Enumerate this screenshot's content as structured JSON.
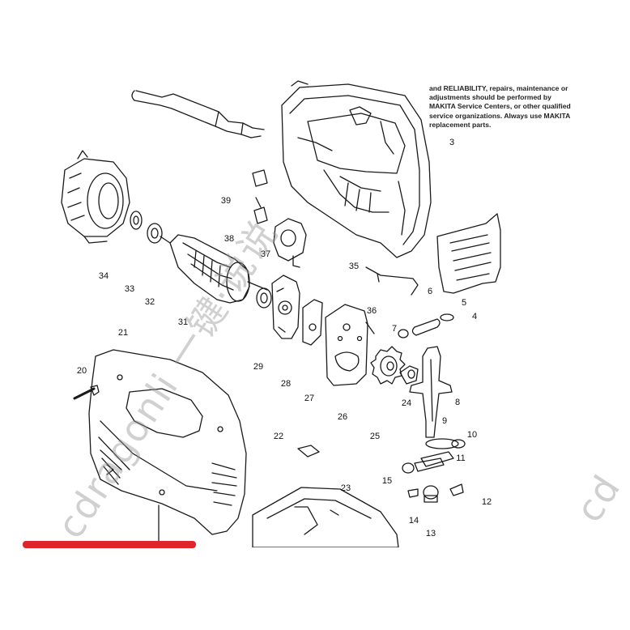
{
  "notice": {
    "lines": [
      "and RELIABILITY, repairs, maintenance or",
      "adjustments should be performed by",
      "MAKITA Service Centers, or other qualified",
      "service organizations. Always use MAKITA",
      "replacement parts."
    ]
  },
  "callouts": [
    {
      "id": "3",
      "label": "3"
    },
    {
      "id": "4",
      "label": "4"
    },
    {
      "id": "5",
      "label": "5"
    },
    {
      "id": "6",
      "label": "6"
    },
    {
      "id": "7",
      "label": "7"
    },
    {
      "id": "8",
      "label": "8"
    },
    {
      "id": "9",
      "label": "9"
    },
    {
      "id": "10",
      "label": "10"
    },
    {
      "id": "11",
      "label": "11"
    },
    {
      "id": "12",
      "label": "12"
    },
    {
      "id": "13",
      "label": "13"
    },
    {
      "id": "14",
      "label": "14"
    },
    {
      "id": "15",
      "label": "15"
    },
    {
      "id": "20",
      "label": "20"
    },
    {
      "id": "21",
      "label": "21"
    },
    {
      "id": "22",
      "label": "22"
    },
    {
      "id": "23",
      "label": "23"
    },
    {
      "id": "24",
      "label": "24"
    },
    {
      "id": "25",
      "label": "25"
    },
    {
      "id": "26",
      "label": "26"
    },
    {
      "id": "27",
      "label": "27"
    },
    {
      "id": "28",
      "label": "28"
    },
    {
      "id": "29",
      "label": "29"
    },
    {
      "id": "31",
      "label": "31"
    },
    {
      "id": "32",
      "label": "32"
    },
    {
      "id": "33",
      "label": "33"
    },
    {
      "id": "34",
      "label": "34"
    },
    {
      "id": "35",
      "label": "35"
    },
    {
      "id": "36",
      "label": "36"
    },
    {
      "id": "37",
      "label": "37"
    },
    {
      "id": "38",
      "label": "38"
    },
    {
      "id": "39",
      "label": "39"
    }
  ],
  "watermark": {
    "main": "cdragonli 一键·说说",
    "right": "cd"
  },
  "colors": {
    "line": "#1a1a1a",
    "accent_bar": "#e0242b",
    "watermark": "#9a9a9a"
  }
}
